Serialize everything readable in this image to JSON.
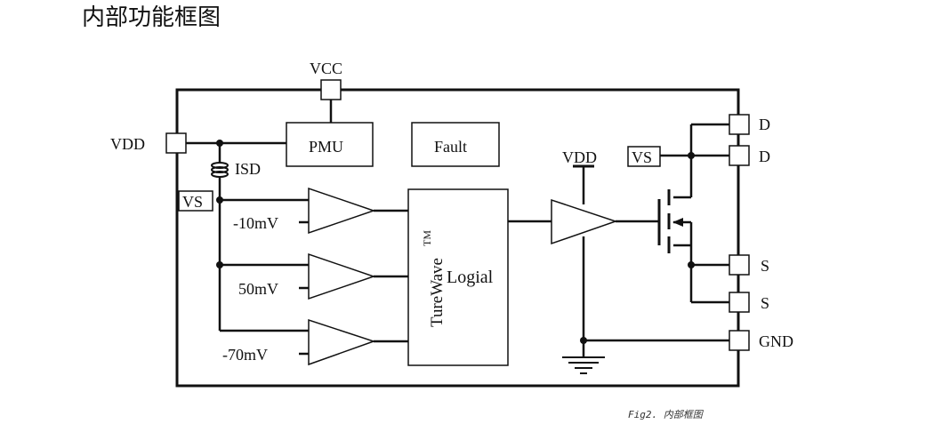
{
  "title": "内部功能框图",
  "caption": "Fig2. 内部框图",
  "blocks": {
    "pmu": "PMU",
    "fault": "Fault",
    "logic_brand": "TureWave",
    "logic_tm": "TM",
    "logic_name": "Logial"
  },
  "pins": {
    "vcc": "VCC",
    "vdd_left": "VDD",
    "vs_left": "VS",
    "vdd_driver": "VDD",
    "vs_right": "VS",
    "d1": "D",
    "d2": "D",
    "s1": "S",
    "s2": "S",
    "gnd": "GND"
  },
  "signals": {
    "isd": "ISD",
    "ref1": "-10mV",
    "ref2": "50mV",
    "ref3": "-70mV"
  }
}
